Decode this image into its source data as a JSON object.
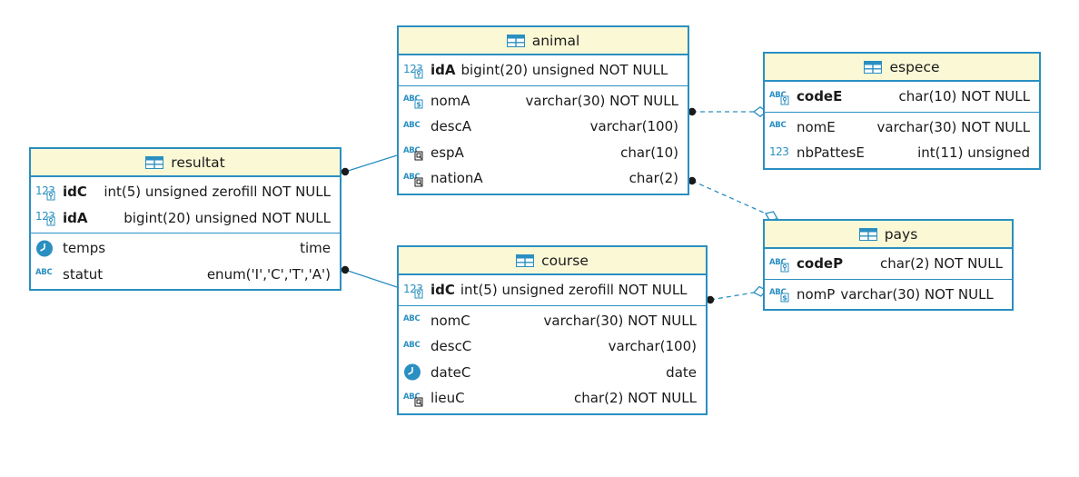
{
  "diagram": {
    "colors": {
      "border": "#2a8fc1",
      "header_bg": "#fbf8d6",
      "link": "#2a8fc1",
      "endpoint": "#1a1a1a"
    },
    "tables": [
      {
        "id": "animal",
        "name": "animal",
        "key_columns": [
          {
            "name": "idA",
            "type": "bigint(20) unsigned NOT NULL",
            "icon": "numeric-key-icon"
          }
        ],
        "columns": [
          {
            "name": "nomA",
            "type": "varchar(30) NOT NULL",
            "icon": "text-required-icon"
          },
          {
            "name": "descA",
            "type": "varchar(100)",
            "icon": "text-icon"
          },
          {
            "name": "espA",
            "type": "char(10)",
            "icon": "text-foreign-key-icon"
          },
          {
            "name": "nationA",
            "type": "char(2)",
            "icon": "text-foreign-key-icon"
          }
        ]
      },
      {
        "id": "espece",
        "name": "espece",
        "key_columns": [
          {
            "name": "codeE",
            "type": "char(10) NOT NULL",
            "icon": "text-key-icon"
          }
        ],
        "columns": [
          {
            "name": "nomE",
            "type": "varchar(30) NOT NULL",
            "icon": "text-icon"
          },
          {
            "name": "nbPattesE",
            "type": "int(11) unsigned",
            "icon": "numeric-icon"
          }
        ]
      },
      {
        "id": "resultat",
        "name": "resultat",
        "key_columns": [
          {
            "name": "idC",
            "type": "int(5) unsigned zerofill NOT NULL",
            "icon": "numeric-key-icon"
          },
          {
            "name": "idA",
            "type": "bigint(20) unsigned NOT NULL",
            "icon": "numeric-key-icon"
          }
        ],
        "columns": [
          {
            "name": "temps",
            "type": "time",
            "icon": "clock-icon"
          },
          {
            "name": "statut",
            "type": "enum('I','C','T','A')",
            "icon": "text-icon"
          }
        ]
      },
      {
        "id": "course",
        "name": "course",
        "key_columns": [
          {
            "name": "idC",
            "type": "int(5) unsigned zerofill NOT NULL",
            "icon": "numeric-key-icon"
          }
        ],
        "columns": [
          {
            "name": "nomC",
            "type": "varchar(30) NOT NULL",
            "icon": "text-icon"
          },
          {
            "name": "descC",
            "type": "varchar(100)",
            "icon": "text-icon"
          },
          {
            "name": "dateC",
            "type": "date",
            "icon": "clock-icon"
          },
          {
            "name": "lieuC",
            "type": "char(2) NOT NULL",
            "icon": "text-foreign-key-icon"
          }
        ]
      },
      {
        "id": "pays",
        "name": "pays",
        "key_columns": [
          {
            "name": "codeP",
            "type": "char(2) NOT NULL",
            "icon": "text-key-icon"
          }
        ],
        "columns": [
          {
            "name": "nomP",
            "type": "varchar(30) NOT NULL",
            "icon": "text-required-icon"
          }
        ]
      }
    ],
    "relationships": [
      {
        "from": "animal",
        "to": "espece",
        "style": "dashed"
      },
      {
        "from": "animal",
        "to": "pays",
        "style": "dashed"
      },
      {
        "from": "course",
        "to": "pays",
        "style": "dashed"
      },
      {
        "from": "resultat",
        "to": "animal",
        "style": "solid"
      },
      {
        "from": "resultat",
        "to": "course",
        "style": "solid"
      }
    ]
  }
}
